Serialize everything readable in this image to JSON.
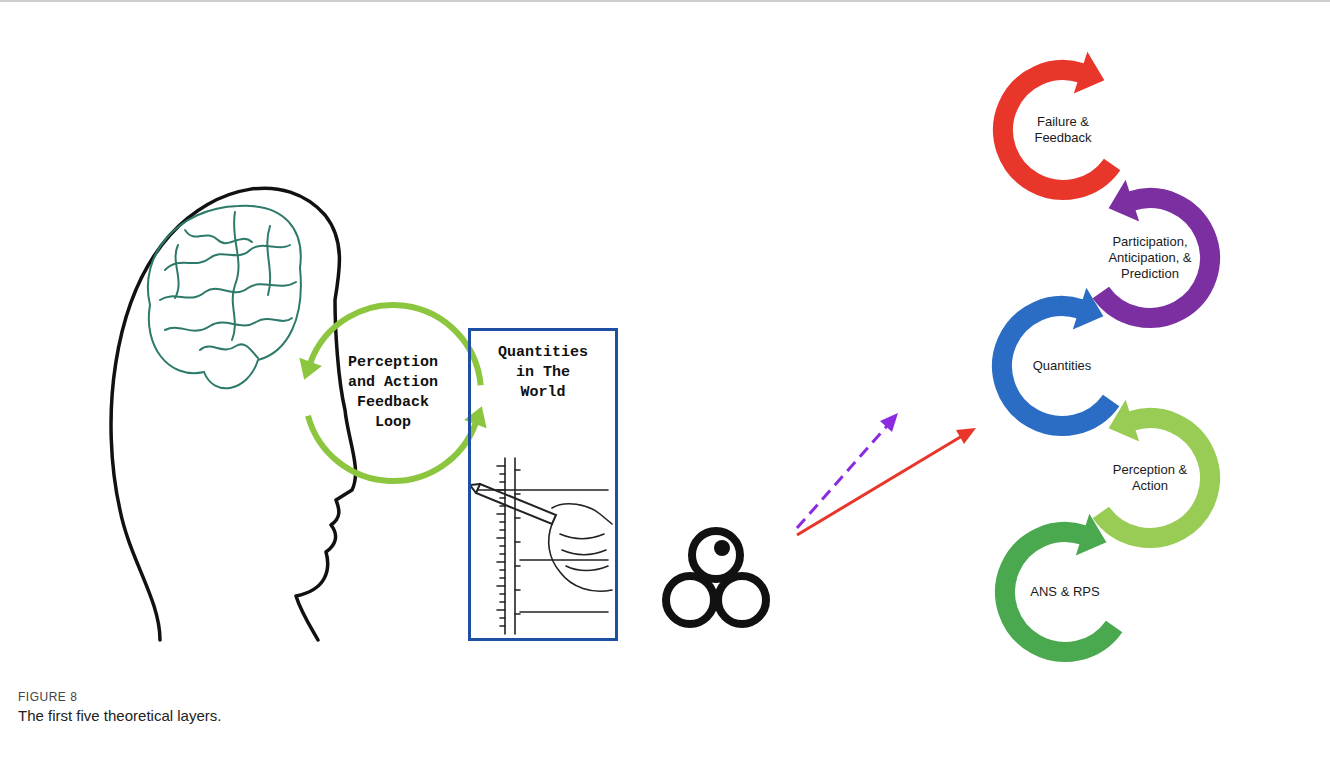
{
  "diagram": {
    "title": "FIGURE 8",
    "caption": "The first five theoretical layers.",
    "nodes": [
      {
        "text": [
          "Perception and Action Feedback Loop"
        ]
      },
      {
        "text": [
          "Quantities in The World"
        ]
      },
      {
        "text": [
          "Failure & Feedback"
        ]
      },
      {
        "text": [
          "Participation, Anticipation, & Prediction"
        ]
      },
      {
        "text": [
          "Quantities"
        ]
      },
      {
        "text": [
          "Perception & Action"
        ]
      },
      {
        "text": [
          "ANS & RPS"
        ]
      }
    ]
  }
}
